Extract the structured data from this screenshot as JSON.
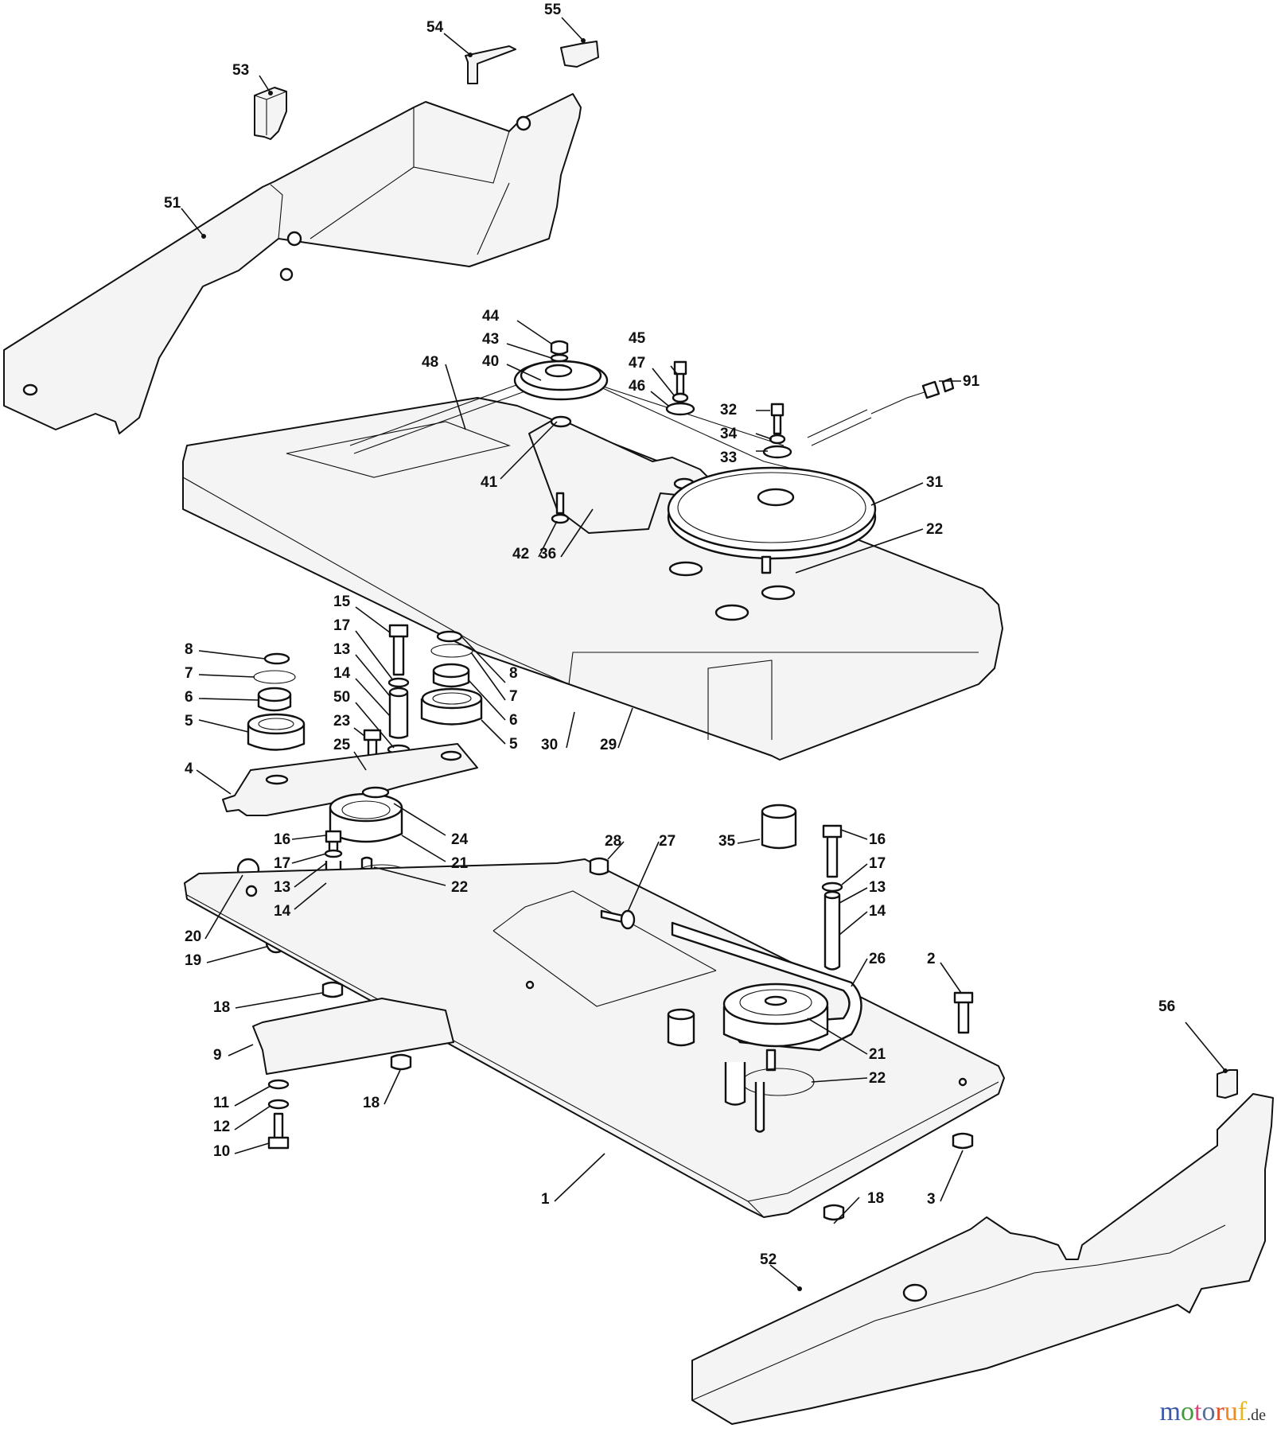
{
  "diagram": {
    "type": "exploded-parts-diagram",
    "subject": "mower deck belt drive assembly",
    "callouts": [
      {
        "id": "c53",
        "text": "53"
      },
      {
        "id": "c54",
        "text": "54"
      },
      {
        "id": "c55",
        "text": "55"
      },
      {
        "id": "c51",
        "text": "51"
      },
      {
        "id": "c44",
        "text": "44"
      },
      {
        "id": "c43",
        "text": "43"
      },
      {
        "id": "c48",
        "text": "48"
      },
      {
        "id": "c40",
        "text": "40"
      },
      {
        "id": "c45",
        "text": "45"
      },
      {
        "id": "c47",
        "text": "47"
      },
      {
        "id": "c46",
        "text": "46"
      },
      {
        "id": "c91",
        "text": "91"
      },
      {
        "id": "c32",
        "text": "32"
      },
      {
        "id": "c34",
        "text": "34"
      },
      {
        "id": "c33",
        "text": "33"
      },
      {
        "id": "c41",
        "text": "41"
      },
      {
        "id": "c31",
        "text": "31"
      },
      {
        "id": "c22a",
        "text": "22"
      },
      {
        "id": "c42",
        "text": "42"
      },
      {
        "id": "c36",
        "text": "36"
      },
      {
        "id": "c15",
        "text": "15"
      },
      {
        "id": "c17a",
        "text": "17"
      },
      {
        "id": "c13a",
        "text": "13"
      },
      {
        "id": "c14a",
        "text": "14"
      },
      {
        "id": "c50",
        "text": "50"
      },
      {
        "id": "c23",
        "text": "23"
      },
      {
        "id": "c25",
        "text": "25"
      },
      {
        "id": "c8a",
        "text": "8"
      },
      {
        "id": "c7a",
        "text": "7"
      },
      {
        "id": "c6a",
        "text": "6"
      },
      {
        "id": "c5a",
        "text": "5"
      },
      {
        "id": "c8b",
        "text": "8"
      },
      {
        "id": "c7b",
        "text": "7"
      },
      {
        "id": "c6b",
        "text": "6"
      },
      {
        "id": "c5b",
        "text": "5"
      },
      {
        "id": "c30",
        "text": "30"
      },
      {
        "id": "c29",
        "text": "29"
      },
      {
        "id": "c4",
        "text": "4"
      },
      {
        "id": "c16a",
        "text": "16"
      },
      {
        "id": "c17b",
        "text": "17"
      },
      {
        "id": "c13b",
        "text": "13"
      },
      {
        "id": "c14b",
        "text": "14"
      },
      {
        "id": "c24",
        "text": "24"
      },
      {
        "id": "c21a",
        "text": "21"
      },
      {
        "id": "c22b",
        "text": "22"
      },
      {
        "id": "c20",
        "text": "20"
      },
      {
        "id": "c19",
        "text": "19"
      },
      {
        "id": "c28",
        "text": "28"
      },
      {
        "id": "c27",
        "text": "27"
      },
      {
        "id": "c35",
        "text": "35"
      },
      {
        "id": "c16b",
        "text": "16"
      },
      {
        "id": "c17c",
        "text": "17"
      },
      {
        "id": "c13c",
        "text": "13"
      },
      {
        "id": "c14c",
        "text": "14"
      },
      {
        "id": "c26",
        "text": "26"
      },
      {
        "id": "c2",
        "text": "2"
      },
      {
        "id": "c21b",
        "text": "21"
      },
      {
        "id": "c22c",
        "text": "22"
      },
      {
        "id": "c18a",
        "text": "18"
      },
      {
        "id": "c9",
        "text": "9"
      },
      {
        "id": "c11",
        "text": "11"
      },
      {
        "id": "c12",
        "text": "12"
      },
      {
        "id": "c10",
        "text": "10"
      },
      {
        "id": "c18b",
        "text": "18"
      },
      {
        "id": "c1",
        "text": "1"
      },
      {
        "id": "c18c",
        "text": "18"
      },
      {
        "id": "c3",
        "text": "3"
      },
      {
        "id": "c56",
        "text": "56"
      },
      {
        "id": "c52",
        "text": "52"
      }
    ]
  },
  "watermark": {
    "letters": [
      {
        "ch": "m",
        "color": "#3d5aa8"
      },
      {
        "ch": "o",
        "color": "#3f9a3a"
      },
      {
        "ch": "t",
        "color": "#e0407a"
      },
      {
        "ch": "o",
        "color": "#5a6e9a"
      },
      {
        "ch": "r",
        "color": "#e2502a"
      },
      {
        "ch": "u",
        "color": "#ef8a1f"
      },
      {
        "ch": "f",
        "color": "#e9b81c"
      }
    ],
    "suffix": ".de"
  }
}
